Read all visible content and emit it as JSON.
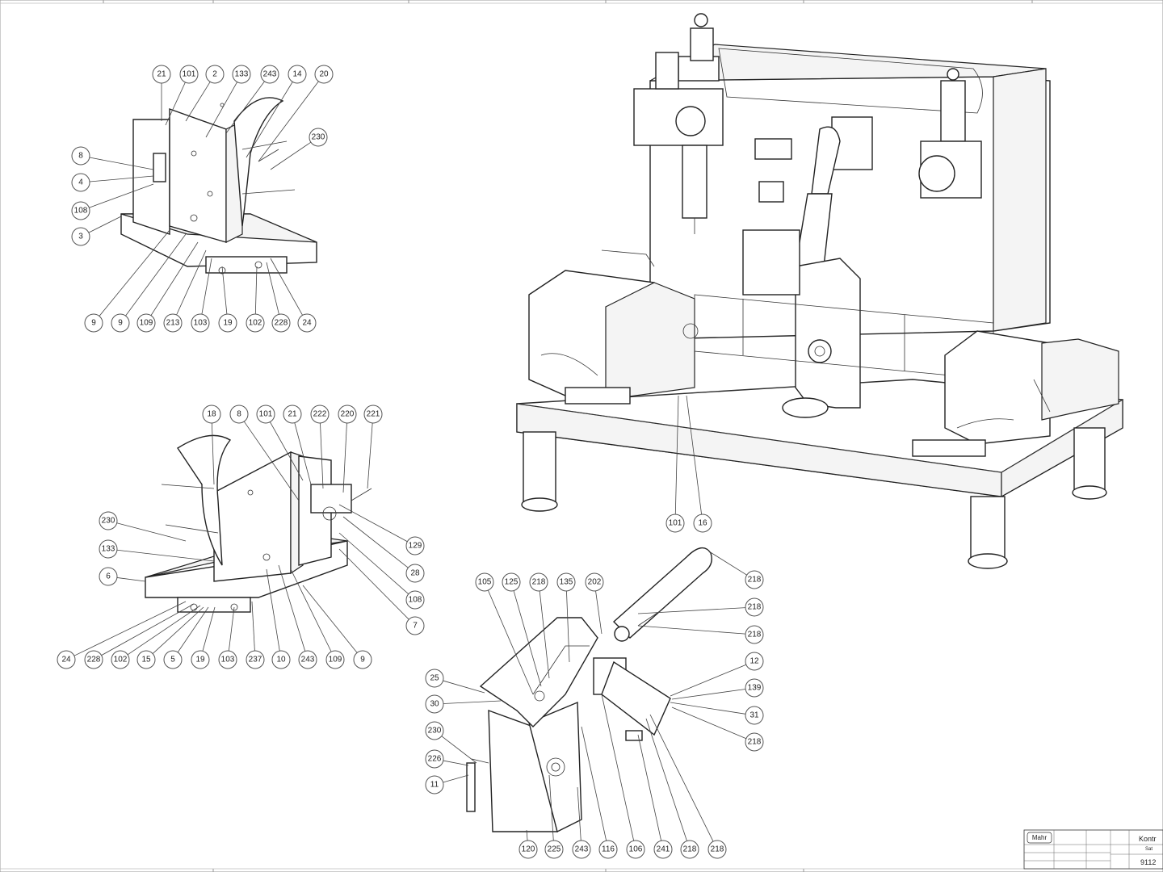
{
  "callouts": [
    {
      "label": "21"
    },
    {
      "label": "101"
    },
    {
      "label": "2"
    },
    {
      "label": "133"
    },
    {
      "label": "243"
    },
    {
      "label": "14"
    },
    {
      "label": "20"
    },
    {
      "label": "8"
    },
    {
      "label": "4"
    },
    {
      "label": "108"
    },
    {
      "label": "3"
    },
    {
      "label": "230"
    },
    {
      "label": "9"
    },
    {
      "label": "9"
    },
    {
      "label": "109"
    },
    {
      "label": "213"
    },
    {
      "label": "103"
    },
    {
      "label": "19"
    },
    {
      "label": "102"
    },
    {
      "label": "228"
    },
    {
      "label": "24"
    },
    {
      "label": "18"
    },
    {
      "label": "8"
    },
    {
      "label": "101"
    },
    {
      "label": "21"
    },
    {
      "label": "222"
    },
    {
      "label": "220"
    },
    {
      "label": "221"
    },
    {
      "label": "230"
    },
    {
      "label": "133"
    },
    {
      "label": "6"
    },
    {
      "label": "129"
    },
    {
      "label": "28"
    },
    {
      "label": "108"
    },
    {
      "label": "7"
    },
    {
      "label": "24"
    },
    {
      "label": "228"
    },
    {
      "label": "102"
    },
    {
      "label": "15"
    },
    {
      "label": "5"
    },
    {
      "label": "19"
    },
    {
      "label": "103"
    },
    {
      "label": "237"
    },
    {
      "label": "10"
    },
    {
      "label": "243"
    },
    {
      "label": "109"
    },
    {
      "label": "9"
    },
    {
      "label": "101"
    },
    {
      "label": "16"
    },
    {
      "label": "105"
    },
    {
      "label": "125"
    },
    {
      "label": "218"
    },
    {
      "label": "135"
    },
    {
      "label": "202"
    },
    {
      "label": "218"
    },
    {
      "label": "218"
    },
    {
      "label": "218"
    },
    {
      "label": "12"
    },
    {
      "label": "139"
    },
    {
      "label": "31"
    },
    {
      "label": "218"
    },
    {
      "label": "25"
    },
    {
      "label": "30"
    },
    {
      "label": "230"
    },
    {
      "label": "226"
    },
    {
      "label": "11"
    },
    {
      "label": "120"
    },
    {
      "label": "225"
    },
    {
      "label": "243"
    },
    {
      "label": "116"
    },
    {
      "label": "106"
    },
    {
      "label": "241"
    },
    {
      "label": "218"
    },
    {
      "label": "218"
    }
  ],
  "title_block": {
    "logo": "Mahr",
    "name_1": "Kontr",
    "name_2": "Sat",
    "number": "9112"
  }
}
